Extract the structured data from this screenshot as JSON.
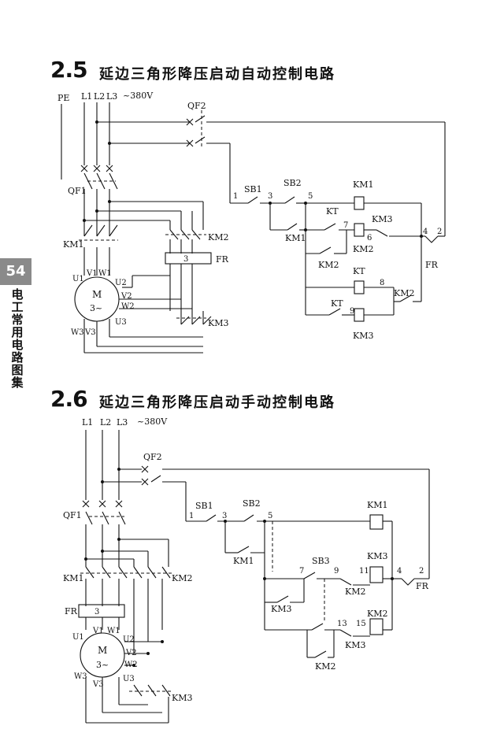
{
  "page": {
    "number": "54",
    "book_title": "电工常用电路图集"
  },
  "section_1": {
    "number": "2.5",
    "title": "延边三角形降压启动自动控制电路",
    "supply_labels": [
      "PE",
      "L1",
      "L2",
      "L3"
    ],
    "voltage": "~380V",
    "breaker_main": "QF1",
    "breaker_ctrl": "QF2",
    "contactors": [
      "KM1",
      "KM2",
      "KM3"
    ],
    "relay_fr": "FR",
    "fr_block": "3",
    "motor": {
      "symbol": "M",
      "phase": "3~",
      "terminals": [
        "U1",
        "V1",
        "W1",
        "U2",
        "V2",
        "W2",
        "U3",
        "V3",
        "W3"
      ]
    },
    "control": {
      "buttons": [
        "SB1",
        "SB2"
      ],
      "timer": "KT",
      "nodes": [
        "1",
        "3",
        "5",
        "7",
        "6",
        "8",
        "9",
        "4",
        "2"
      ]
    }
  },
  "section_2": {
    "number": "2.6",
    "title": "延边三角形降压启动手动控制电路",
    "supply_labels": [
      "L1",
      "L2",
      "L3"
    ],
    "voltage": "~380V",
    "breaker_main": "QF1",
    "breaker_ctrl": "QF2",
    "contactors": [
      "KM1",
      "KM2",
      "KM3"
    ],
    "relay_fr": "FR",
    "fr_block": "3",
    "motor": {
      "symbol": "M",
      "phase": "3~",
      "terminals": [
        "U1",
        "V1",
        "W1",
        "U2",
        "V2",
        "W2",
        "U3",
        "V3",
        "W3"
      ]
    },
    "control": {
      "buttons": [
        "SB1",
        "SB2",
        "SB3"
      ],
      "nodes": [
        "1",
        "3",
        "5",
        "7",
        "9",
        "11",
        "13",
        "15",
        "4",
        "2"
      ]
    }
  }
}
